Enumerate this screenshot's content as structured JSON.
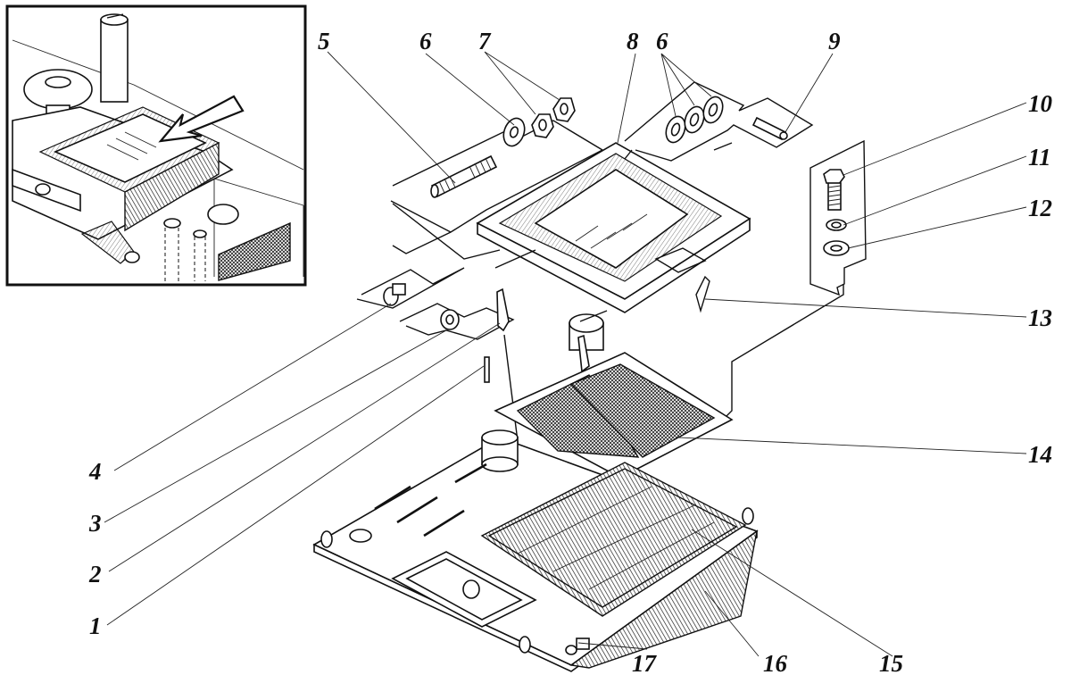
{
  "diagram": {
    "type": "exploded-assembly-drawing",
    "inset": {
      "description": "location view with arrow pointing to assembly",
      "arrow_icon": "arrow-pointer-icon"
    },
    "callouts": [
      {
        "id": "1",
        "label": "1"
      },
      {
        "id": "2",
        "label": "2"
      },
      {
        "id": "3",
        "label": "3"
      },
      {
        "id": "4",
        "label": "4"
      },
      {
        "id": "5",
        "label": "5"
      },
      {
        "id": "6a",
        "label": "6"
      },
      {
        "id": "7",
        "label": "7"
      },
      {
        "id": "8",
        "label": "8"
      },
      {
        "id": "6b",
        "label": "6"
      },
      {
        "id": "9",
        "label": "9"
      },
      {
        "id": "10",
        "label": "10"
      },
      {
        "id": "11",
        "label": "11"
      },
      {
        "id": "12",
        "label": "12"
      },
      {
        "id": "13",
        "label": "13"
      },
      {
        "id": "14",
        "label": "14"
      },
      {
        "id": "15",
        "label": "15"
      },
      {
        "id": "16",
        "label": "16"
      },
      {
        "id": "17",
        "label": "17"
      }
    ],
    "parts": {
      "stud": "threaded-stud",
      "washers": "flat-washer",
      "nuts": "hex-nut",
      "cover": "cover-with-ribs",
      "pin": "cotter-pin",
      "bolt": "hex-bolt",
      "spring_washer": "spring-washer",
      "plain_washer": "plain-washer",
      "hook": "s-hook",
      "screen": "mesh-screen",
      "core": "finned-core",
      "housing": "housing-tank",
      "drain": "drain-fitting"
    }
  }
}
